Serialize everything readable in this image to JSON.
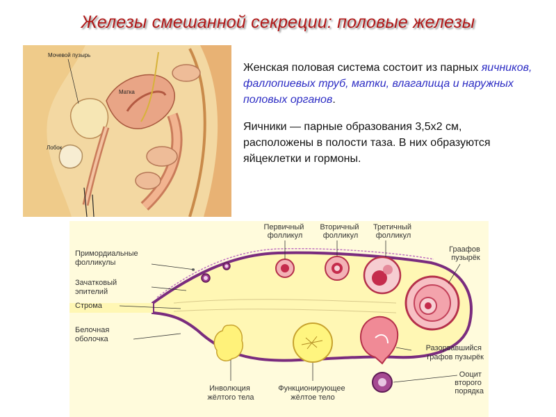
{
  "title": "Железы смешанной секреции: половые железы",
  "anatomy": {
    "labels": {
      "bladder": "Мочевой пузырь",
      "uterus": "Матка",
      "pubis": "Лобок"
    }
  },
  "text": {
    "p1_start": "Женская половая система состоит из парных ",
    "p1_highlight": "яичников, фаллопиевых труб, матки, влагалища и наружных половых органов",
    "p1_end": ".",
    "p2": "Яичники — парные образования 3,5х2 см, расположены в полости таза. В них образуются яйцеклетки и гормоны."
  },
  "ovary_labels": {
    "primordial": [
      "Примордиальные",
      "фолликулы"
    ],
    "epithelium": [
      "Зачатковый",
      "эпителий"
    ],
    "stroma": "Строма",
    "tunica": [
      "Белочная",
      "оболочка"
    ],
    "primary": [
      "Первичный",
      "фолликул"
    ],
    "secondary": [
      "Вторичный",
      "фолликул"
    ],
    "tertiary": [
      "Третичный",
      "фолликул"
    ],
    "graafian": [
      "Граафов",
      "пузырёк"
    ],
    "ruptured": [
      "Разорвавшийся",
      "графов пузырёк"
    ],
    "oocyte": [
      "Ооцит",
      "второго",
      "порядка"
    ],
    "involution": [
      "Инволюция",
      "жёлтого тела"
    ],
    "functioning": [
      "Функционирующее",
      "жёлтое тело"
    ]
  }
}
